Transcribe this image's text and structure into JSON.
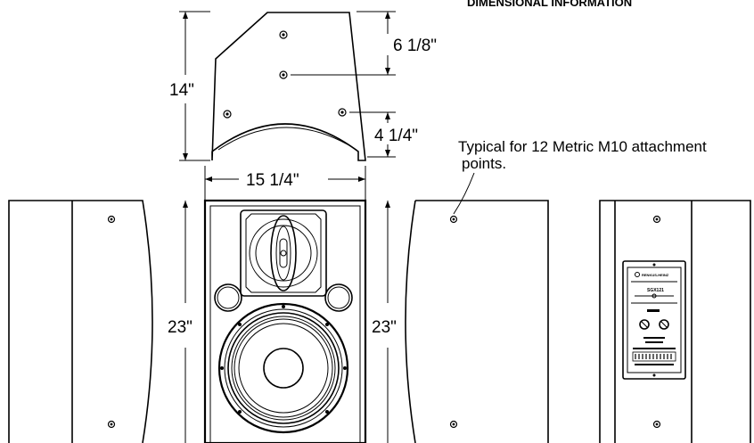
{
  "header": {
    "title": "DIMENSIONAL INFORMATION"
  },
  "dimensions": {
    "top_height": "14\"",
    "top_offset_upper": "6 1/8\"",
    "top_offset_lower": "4 1/4\"",
    "width": "15 1/4\"",
    "height_left": "23\"",
    "height_right": "23\""
  },
  "note": {
    "line1": "Typical for 12 Metric M10 attachment",
    "line2": "points."
  },
  "plate": {
    "brand": "RENKUS-HEINZ",
    "model": "SGX121"
  }
}
